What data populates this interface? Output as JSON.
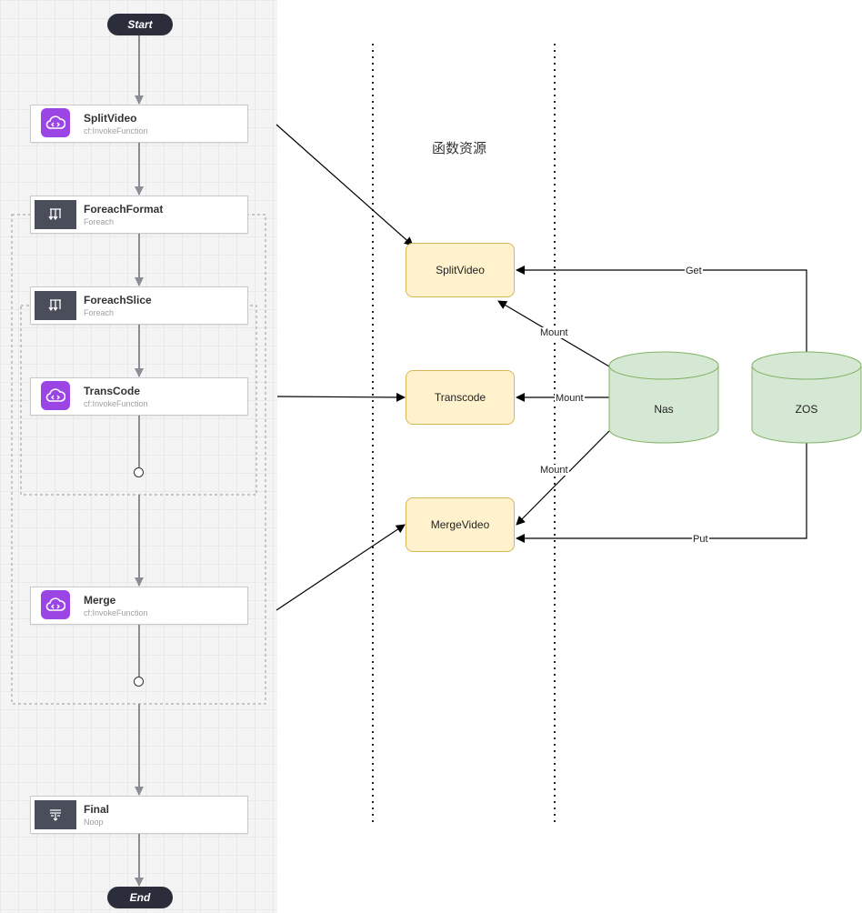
{
  "workflow": {
    "start": "Start",
    "end": "End",
    "nodes": [
      {
        "title": "SplitVideo",
        "subtitle": "cf:InvokeFunction",
        "icon": "cloud-function-icon"
      },
      {
        "title": "ForeachFormat",
        "subtitle": "Foreach",
        "icon": "foreach-icon"
      },
      {
        "title": "ForeachSlice",
        "subtitle": "Foreach",
        "icon": "foreach-icon"
      },
      {
        "title": "TransCode",
        "subtitle": "cf:InvokeFunction",
        "icon": "cloud-function-icon"
      },
      {
        "title": "Merge",
        "subtitle": "cf:InvokeFunction",
        "icon": "cloud-function-icon"
      },
      {
        "title": "Final",
        "subtitle": "Noop",
        "icon": "noop-icon"
      }
    ]
  },
  "resources": {
    "section_title": "函数资源",
    "functions": [
      "SplitVideo",
      "Transcode",
      "MergeVideo"
    ],
    "storages": [
      "Nas",
      "ZOS"
    ],
    "edge_labels": {
      "get": "Get",
      "put": "Put",
      "mount": "Mount"
    }
  },
  "colors": {
    "function_fill": "#fff2cc",
    "function_stroke": "#d6b656",
    "storage_fill": "#d5e8d4",
    "storage_stroke": "#82b366",
    "function_icon_bg": "#9b45e4",
    "dark_icon_bg": "#4a4d5a",
    "pill_bg": "#2b2d3a"
  }
}
